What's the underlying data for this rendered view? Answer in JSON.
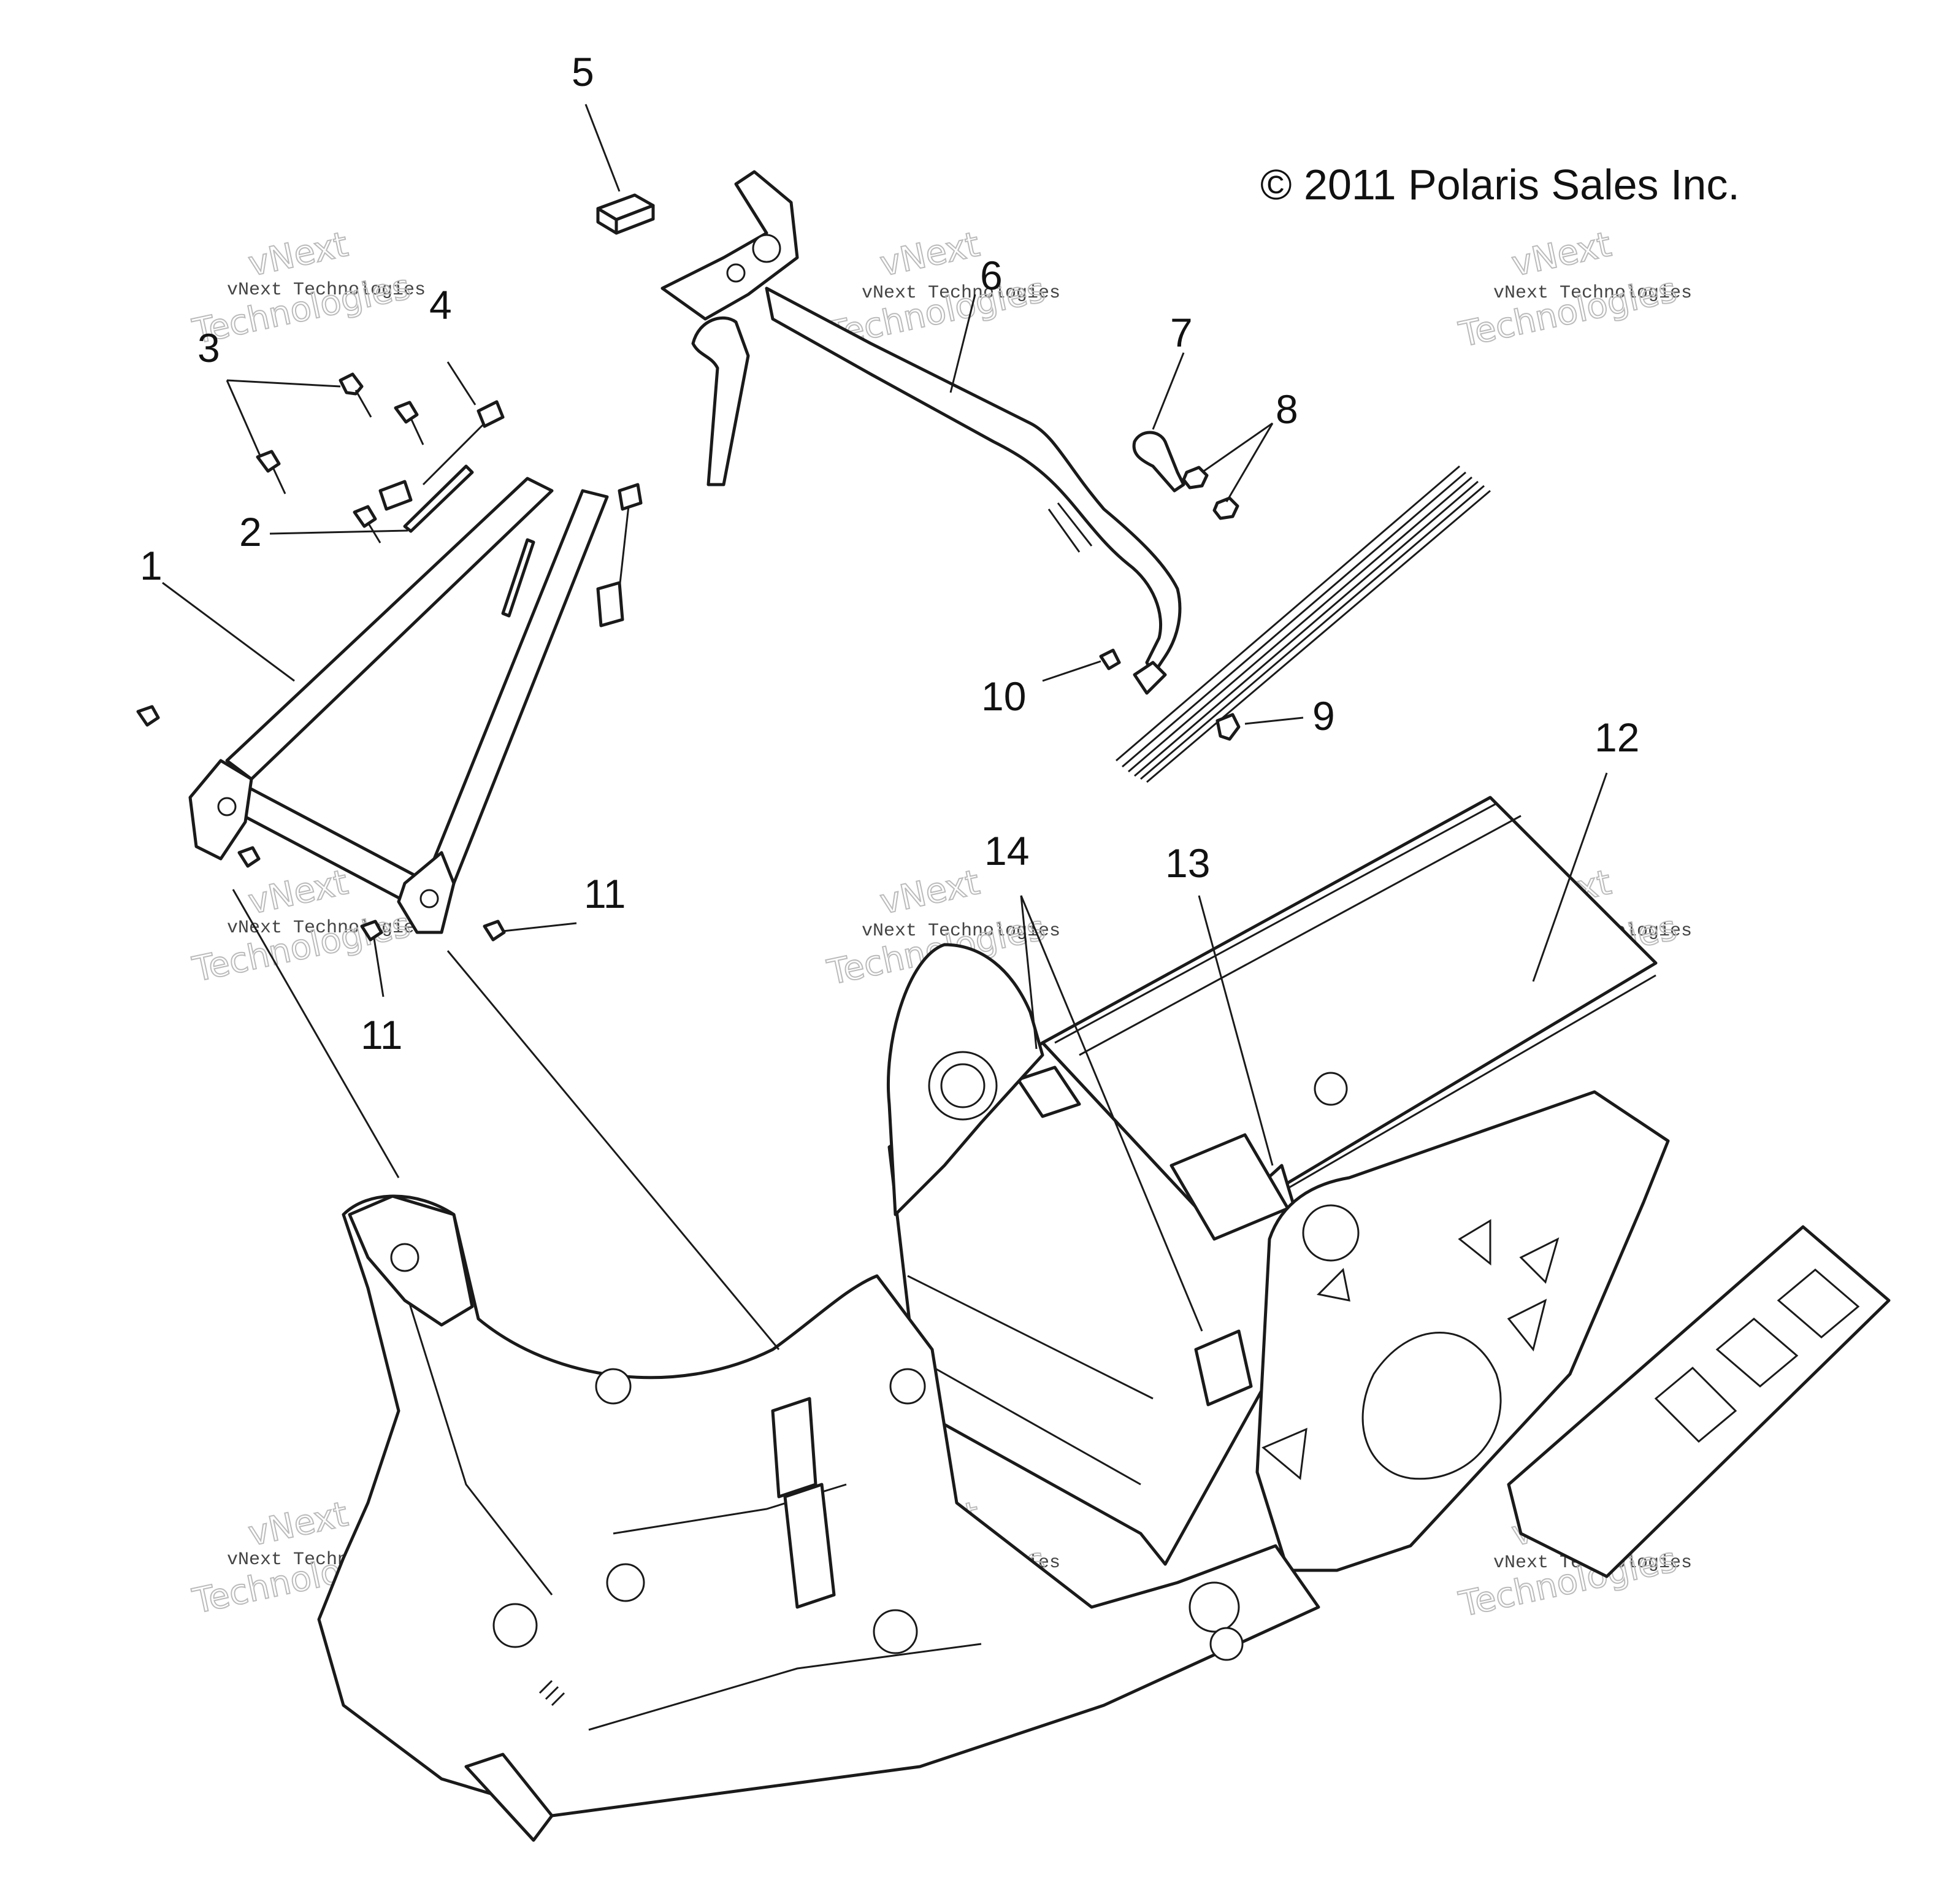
{
  "copyright": "© 2011 Polaris Sales Inc.",
  "callouts": [
    "1",
    "2",
    "3",
    "4",
    "5",
    "6",
    "7",
    "8",
    "9",
    "10",
    "11",
    "11",
    "12",
    "13",
    "14"
  ],
  "watermark": {
    "line1": "vNext Technologies",
    "line2": "vNext",
    "line3": "Technologies"
  }
}
